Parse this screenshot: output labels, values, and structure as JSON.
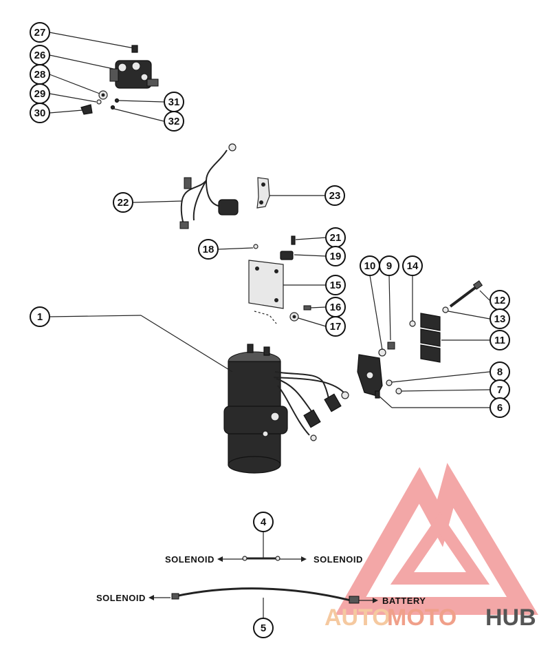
{
  "callouts": {
    "c1": "1",
    "c4": "4",
    "c5": "5",
    "c6": "6",
    "c7": "7",
    "c8": "8",
    "c9": "9",
    "c10": "10",
    "c11": "11",
    "c12": "12",
    "c13": "13",
    "c14": "14",
    "c15": "15",
    "c16": "16",
    "c17": "17",
    "c18": "18",
    "c19": "19",
    "c21": "21",
    "c22": "22",
    "c23": "23",
    "c26": "26",
    "c27": "27",
    "c28": "28",
    "c29": "29",
    "c30": "30",
    "c31": "31",
    "c32": "32"
  },
  "labels": {
    "solenoid_left_top": "SOLENOID",
    "solenoid_right_top": "SOLENOID",
    "solenoid_left_bottom": "SOLENOID",
    "battery": "BATTERY"
  },
  "watermark": {
    "part1": "AUTO",
    "part2": "MOTO",
    "part3": "HUB",
    "colors": {
      "auto": "#f5c9a0",
      "moto": "#f0a08a",
      "hub": "#555555",
      "triangle": "#f08a8a"
    }
  }
}
